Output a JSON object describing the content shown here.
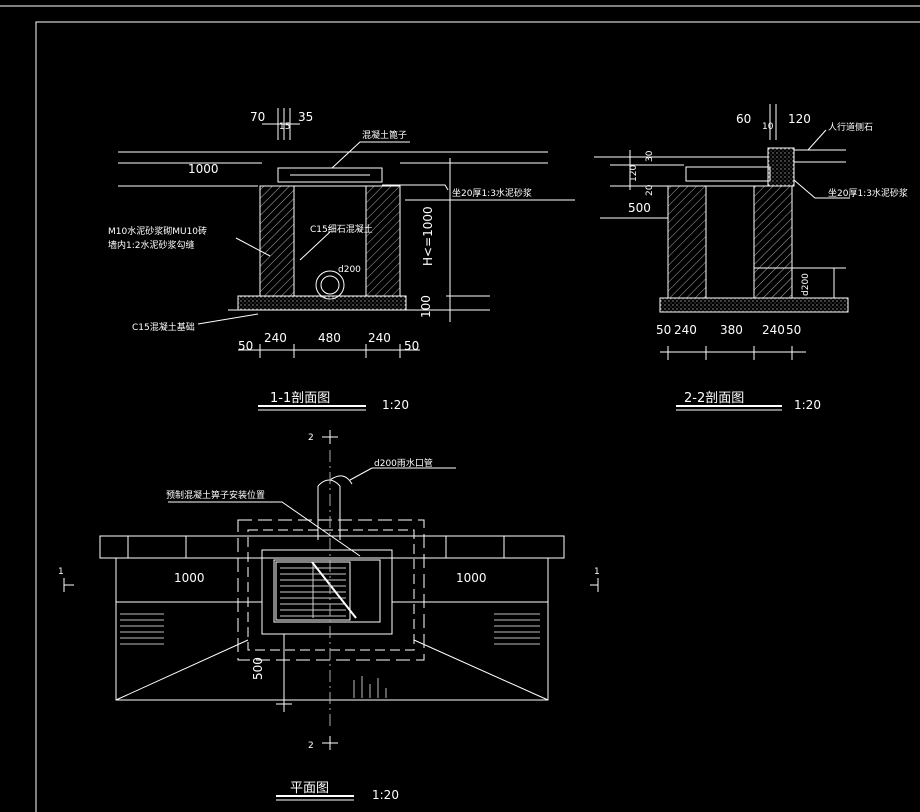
{
  "section_1": {
    "title": "1-1剖面图",
    "scale": "1:20",
    "dims_top": [
      "70",
      "15",
      "35"
    ],
    "dim_1000": "1000",
    "dim_h": "H<=1000",
    "dim_100": "100",
    "dims_bottom": [
      "240",
      "480",
      "240"
    ],
    "dims_bottom_edge": [
      "50",
      "50"
    ],
    "labels": {
      "cover": "混凝土篦子",
      "mortar": "坐20厚1:3水泥砂浆",
      "wall_1": "M10水泥砂浆砌MU10砖",
      "wall_2": "墙内1:2水泥砂浆勾缝",
      "fill": "C15细石混凝土",
      "base": "C15混凝土基础",
      "pipe": "d200"
    }
  },
  "section_2": {
    "title": "2-2剖面图",
    "scale": "1:20",
    "dims_top": [
      "60",
      "10",
      "120"
    ],
    "dims_left": [
      "30",
      "120",
      "20"
    ],
    "dim_500": "500",
    "dim_d200": "d200",
    "dims_bottom": [
      "50",
      "240",
      "380",
      "240",
      "50"
    ],
    "labels": {
      "curb": "人行道侧石",
      "mortar": "坐20厚1:3水泥砂浆"
    }
  },
  "plan": {
    "title": "平面图",
    "scale": "1:20",
    "dim_left": "1000",
    "dim_right": "1000",
    "dim_500": "500",
    "cut_mark_1": "1",
    "cut_mark_2": "2",
    "labels": {
      "outlet": "d200雨水口管",
      "grate": "预制混凝土箅子安装位置"
    }
  }
}
